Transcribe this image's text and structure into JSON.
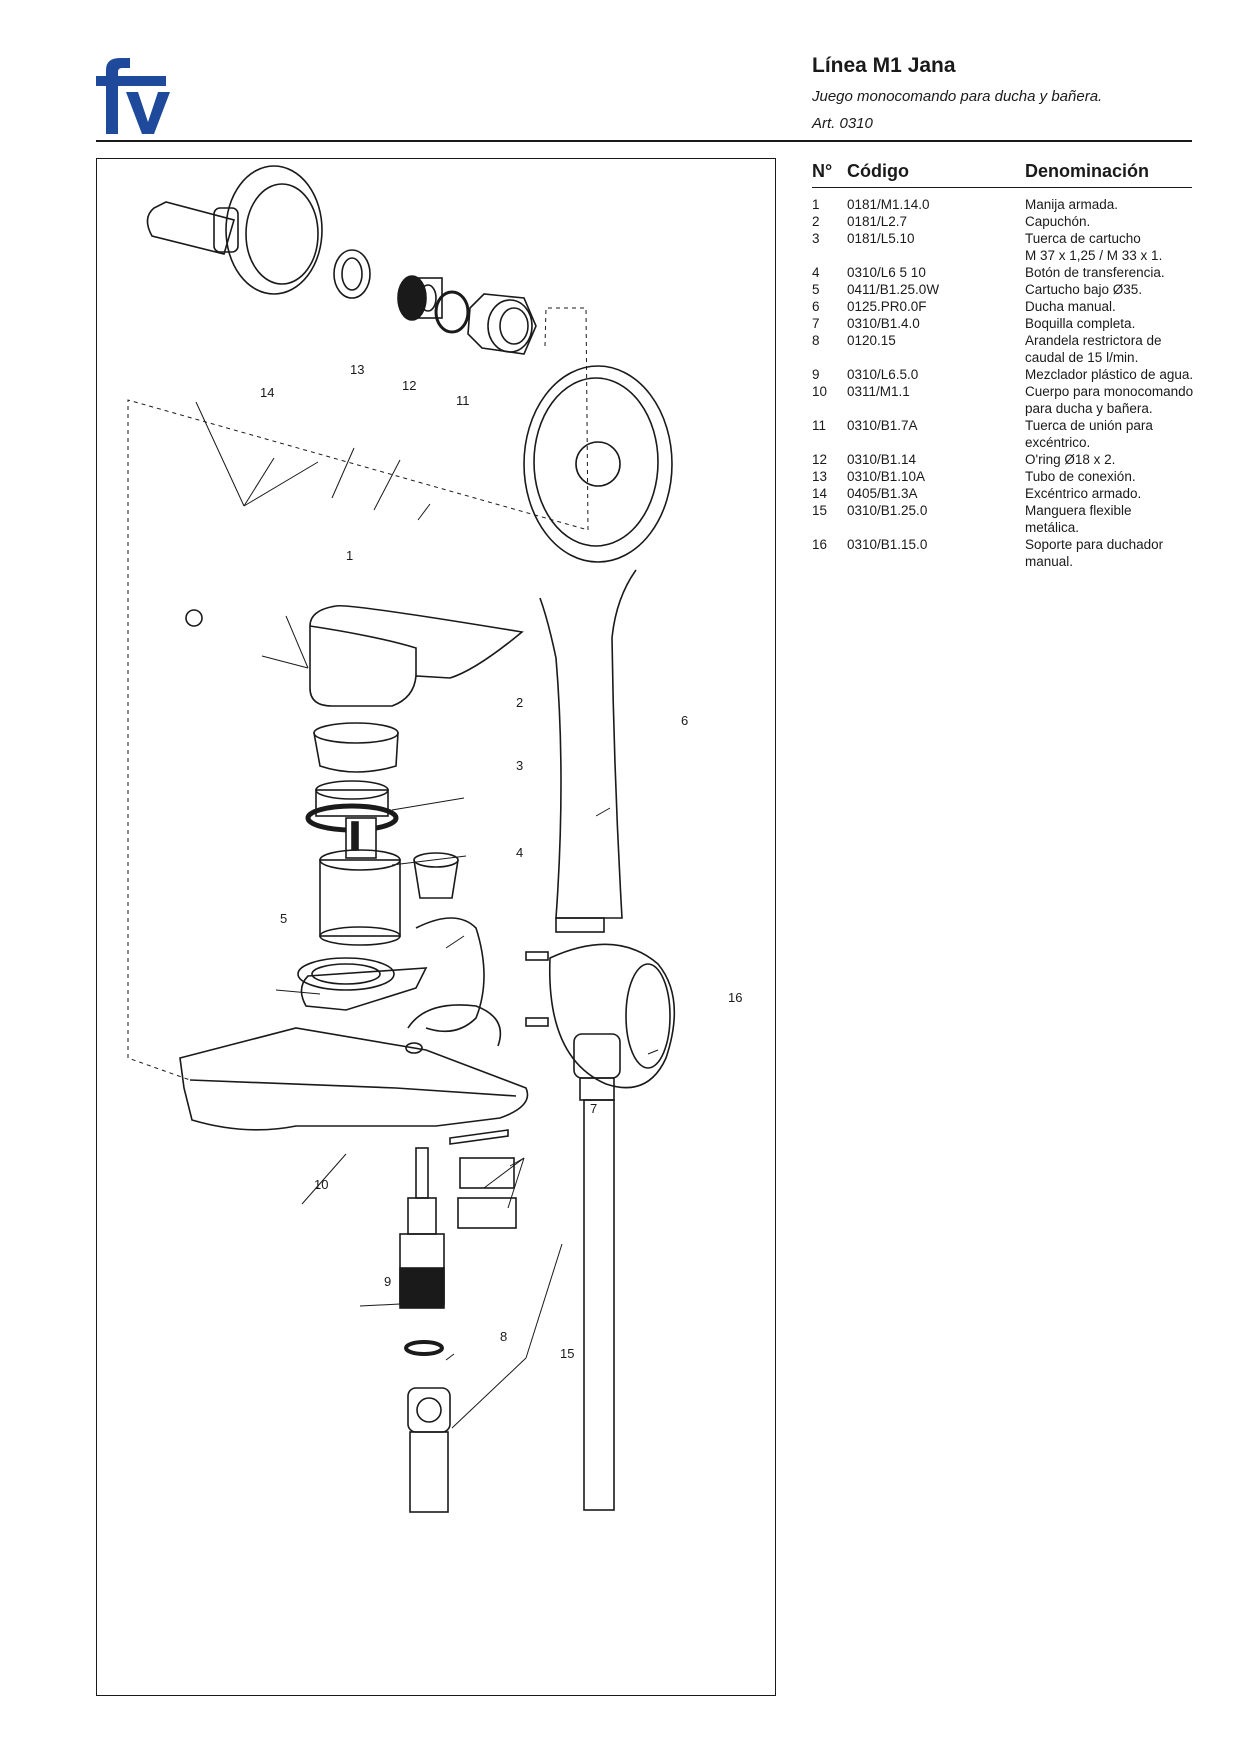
{
  "header": {
    "logo_text": "fv",
    "title": "Línea M1 Jana",
    "subtitle": "Juego monocomando para ducha y bañera.",
    "article": "Art. 0310"
  },
  "table": {
    "columns": [
      "N°",
      "Código",
      "Denominación"
    ],
    "rows": [
      {
        "no": "1",
        "code": "0181/M1.14.0",
        "name": "Manija armada.",
        "name2": ""
      },
      {
        "no": "2",
        "code": "0181/L2.7",
        "name": "Capuchón.",
        "name2": ""
      },
      {
        "no": "3",
        "code": "0181/L5.10",
        "name": "Tuerca de cartucho",
        "name2": "M 37 x 1,25 / M 33 x 1."
      },
      {
        "no": "4",
        "code": "0310/L6 5 10",
        "name": "Botón de transferencia.",
        "name2": ""
      },
      {
        "no": "5",
        "code": "0411/B1.25.0W",
        "name": "Cartucho bajo Ø35.",
        "name2": ""
      },
      {
        "no": "6",
        "code": "0125.PR0.0F",
        "name": "Ducha manual.",
        "name2": ""
      },
      {
        "no": "7",
        "code": "0310/B1.4.0",
        "name": "Boquilla completa.",
        "name2": ""
      },
      {
        "no": "8",
        "code": "0120.15",
        "name": "Arandela restrictora de",
        "name2": "caudal de 15 l/min."
      },
      {
        "no": "9",
        "code": "0310/L6.5.0",
        "name": "Mezclador plástico de agua.",
        "name2": ""
      },
      {
        "no": "10",
        "code": "0311/M1.1",
        "name": "Cuerpo para monocomando",
        "name2": "para ducha y bañera."
      },
      {
        "no": "11",
        "code": "0310/B1.7A",
        "name": "Tuerca de unión para",
        "name2": "excéntrico."
      },
      {
        "no": "12",
        "code": "0310/B1.14",
        "name": "O'ring Ø18 x 2.",
        "name2": ""
      },
      {
        "no": "13",
        "code": "0310/B1.10A",
        "name": "Tubo de conexión.",
        "name2": ""
      },
      {
        "no": "14",
        "code": "0405/B1.3A",
        "name": "Excéntrico armado.",
        "name2": ""
      },
      {
        "no": "15",
        "code": "0310/B1.25.0",
        "name": "Manguera flexible",
        "name2": "metálica."
      },
      {
        "no": "16",
        "code": "0310/B1.15.0",
        "name": "Soporte para duchador",
        "name2": "manual."
      }
    ]
  },
  "diagram": {
    "callouts": [
      "1",
      "2",
      "3",
      "4",
      "5",
      "6",
      "7",
      "8",
      "9",
      "10",
      "11",
      "12",
      "13",
      "14",
      "15",
      "16"
    ]
  }
}
